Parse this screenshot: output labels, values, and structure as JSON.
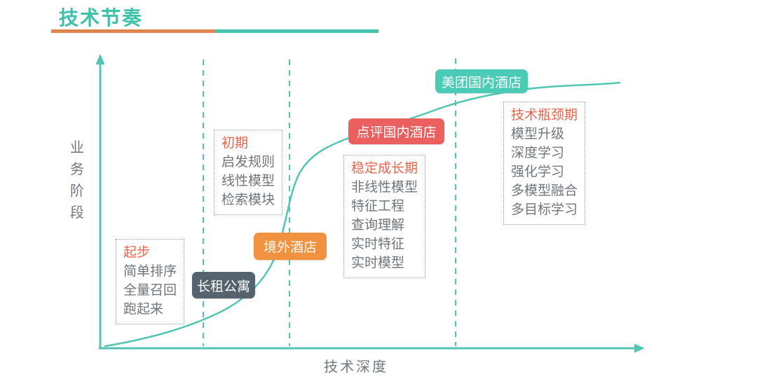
{
  "title": "技术节奏",
  "axes": {
    "y": "业务阶段",
    "x": "技术深度"
  },
  "stages": [
    {
      "name": "起步",
      "items": [
        "简单排序",
        "全量召回",
        "跑起来"
      ]
    },
    {
      "name": "初期",
      "items": [
        "启发规则",
        "线性模型",
        "检索模块"
      ]
    },
    {
      "name": "稳定成长期",
      "items": [
        "非线性模型",
        "特征工程",
        "查询理解",
        "实时特征",
        "实时模型"
      ]
    },
    {
      "name": "技术瓶颈期",
      "items": [
        "模型升级",
        "深度学习",
        "强化学习",
        "多模型融合",
        "多目标学习"
      ]
    }
  ],
  "milestones": [
    {
      "label": "长租公寓",
      "color": "#54636d"
    },
    {
      "label": "境外酒店",
      "color": "#f0923f"
    },
    {
      "label": "点评国内酒店",
      "color": "#ec5f5f"
    },
    {
      "label": "美团国内酒店",
      "color": "#4bcab5"
    }
  ],
  "colors": {
    "title_teal": "#3ec1ab",
    "rule_orange": "#e0854e",
    "rule_teal": "#45c3ae",
    "curve_teal": "#53c6b2",
    "stage_title_red": "#e8654c",
    "body_text_gray": "#70767a",
    "axis_label_gray": "#6f777c"
  }
}
